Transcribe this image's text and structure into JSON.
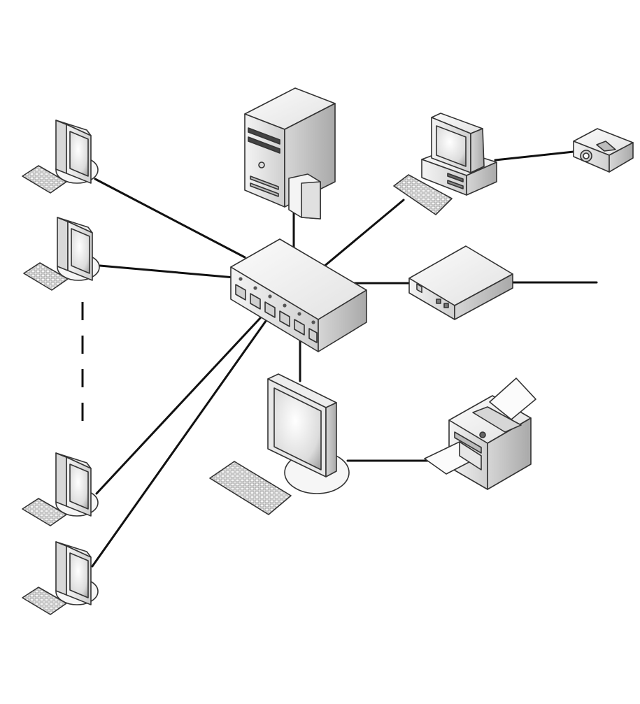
{
  "diagram": {
    "type": "star network topology",
    "hub": "network-switch",
    "switch_port_count": 6,
    "device_icons": [
      "server-tower-icon",
      "desktop-computer-icon",
      "projector-icon",
      "modem-icon",
      "laser-printer-icon",
      "large-monitor-workstation-icon",
      "workstation-icon",
      "workstation-icon",
      "workstation-icon",
      "workstation-icon"
    ],
    "connections": [
      [
        "network-switch",
        "server-tower"
      ],
      [
        "network-switch",
        "desktop-computer"
      ],
      [
        "desktop-computer",
        "projector"
      ],
      [
        "network-switch",
        "modem"
      ],
      [
        "modem",
        "external-network"
      ],
      [
        "network-switch",
        "large-monitor-workstation"
      ],
      [
        "large-monitor-workstation",
        "laser-printer"
      ],
      [
        "network-switch",
        "workstation-1"
      ],
      [
        "network-switch",
        "workstation-2"
      ],
      [
        "network-switch",
        "workstation-3"
      ],
      [
        "network-switch",
        "workstation-4"
      ]
    ],
    "omitted_workstations_indicator": "dashed-line",
    "colors": {
      "line": "#111111",
      "device_fill": "#f2f2f2",
      "outline": "#333333"
    }
  }
}
